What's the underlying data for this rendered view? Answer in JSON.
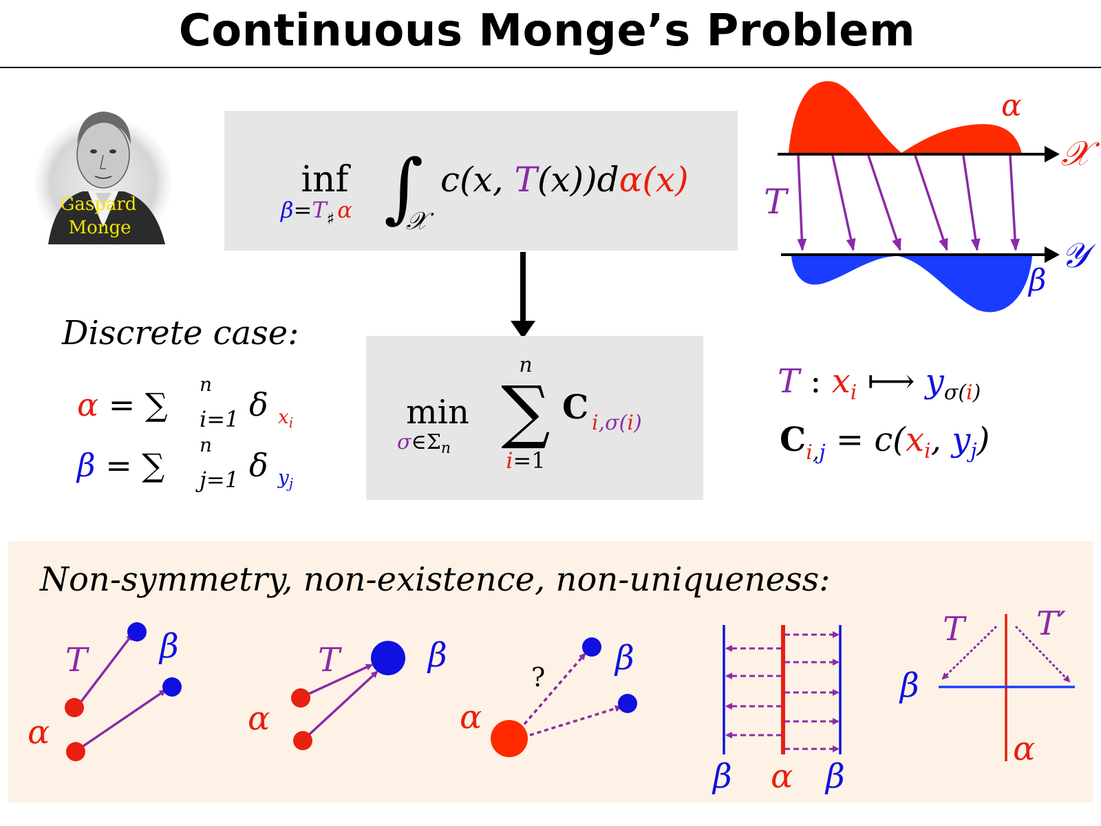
{
  "title": "Continuous Monge’s Problem",
  "portrait": {
    "caption_line1": "Gaspard",
    "caption_line2": "Monge"
  },
  "continuous_formula": {
    "inf": "inf",
    "sub_beta": "β",
    "sub_eq": "=",
    "sub_T": "T",
    "sub_sharp": "♯",
    "sub_alpha": "α",
    "integral": "∫",
    "domain": "𝒳",
    "c_open": "c(x, ",
    "T": "T",
    "Tx": "(x))d",
    "alpha": "α",
    "alpha_x": "(x)"
  },
  "discrete_formula": {
    "min": "min",
    "sub_sigma": "σ",
    "sub_in": "∈Σ",
    "sub_n": "n",
    "sum_top": "n",
    "sum": "∑",
    "sum_i": "i",
    "sum_eq1": "=1",
    "C": "C",
    "C_i": "i",
    "C_comma_sigma": ",σ(",
    "C_i2": "i",
    "C_close": ")"
  },
  "discrete_case": {
    "heading": "Discrete case:",
    "alpha": "α",
    "alpha_eq": " = ∑",
    "alpha_sub": "i=1",
    "alpha_sup": "n",
    "alpha_delta": " δ",
    "alpha_delta_sub": "x",
    "alpha_delta_sub2": "i",
    "beta": "β",
    "beta_eq": " = ∑",
    "beta_sub": "j=1",
    "beta_sup": "n",
    "beta_delta": " δ",
    "beta_delta_sub": "y",
    "beta_delta_sub2": "j"
  },
  "map_definition": {
    "T": "T",
    "colon": " : ",
    "x": "x",
    "x_sub": "i",
    "arrow": " ⟼ ",
    "y": "y",
    "y_sub_sigma": "σ(",
    "y_sub_i": "i",
    "y_sub_close": ")",
    "C": "C",
    "C_i": "i",
    "C_comma": ",",
    "C_j": "j",
    "eq_c": " = c(",
    "x2": "x",
    "x2_sub": "i",
    "comma": ", ",
    "y2": "y",
    "y2_sub": "j",
    "close": ")"
  },
  "transport_figure": {
    "alpha": "α",
    "X": "𝒳",
    "T": "T",
    "Y": "𝒴",
    "beta": "β"
  },
  "bottom_panel": {
    "heading": "Non-symmetry, non-existence, non-uniqueness:",
    "ex1": {
      "T": "T",
      "beta": "β",
      "alpha": "α"
    },
    "ex2": {
      "T": "T",
      "beta": "β",
      "alpha": "α"
    },
    "ex3": {
      "question": "?",
      "beta": "β",
      "alpha": "α"
    },
    "ex4": {
      "beta_left": "β",
      "alpha": "α",
      "beta_right": "β"
    },
    "ex5": {
      "T": "T",
      "T_prime": "T′",
      "beta": "β",
      "alpha": "α"
    }
  },
  "colors": {
    "alpha_red": "#e8200f",
    "beta_blue": "#1010e0",
    "T_purple": "#8a2aa8",
    "formula_box": "#e6e6e6",
    "panel_bg": "#fdf2e5",
    "portrait_caption": "#f2e600"
  }
}
